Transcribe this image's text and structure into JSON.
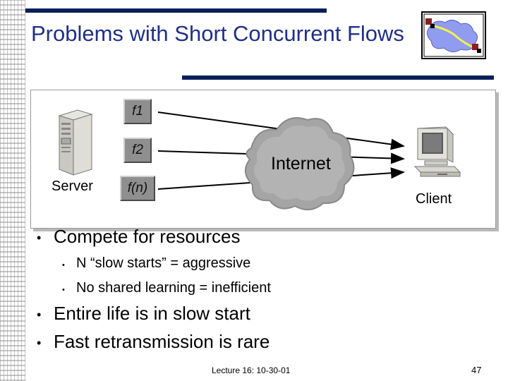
{
  "slide": {
    "title": "Problems with Short Concurrent Flows",
    "footer": "Lecture 16: 10-30-01",
    "page_number": "47"
  },
  "diagram": {
    "server_label": "Server",
    "client_label": "Client",
    "cloud_label": "Internet",
    "flows": [
      "f1",
      "f2",
      "f(n)"
    ]
  },
  "bullets": [
    {
      "text": "Compete for resources",
      "sub": [
        "N “slow starts” = aggressive",
        "No shared learning = inefficient"
      ]
    },
    {
      "text": "Entire life is in slow start",
      "sub": []
    },
    {
      "text": "Fast retransmission is rare",
      "sub": []
    }
  ],
  "colors": {
    "title": "#1f2f8a",
    "accent_bar": "#0a1f5c",
    "cloud": "#a5a5a5",
    "logo_cloud": "#8f9cf0"
  }
}
